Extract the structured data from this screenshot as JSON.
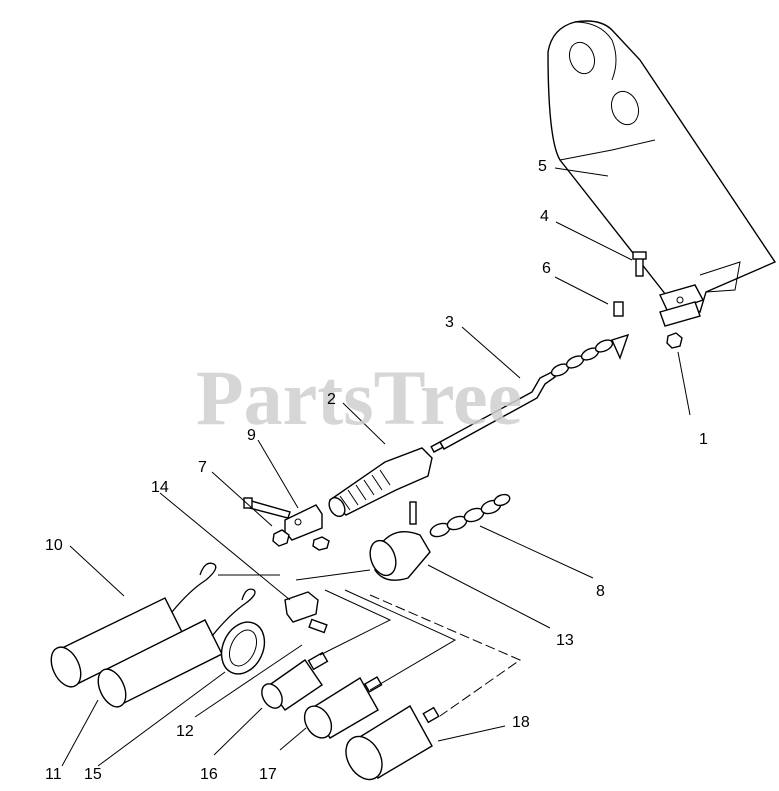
{
  "watermark": "PartsTree",
  "callouts": [
    {
      "id": "c1",
      "label": "1"
    },
    {
      "id": "c2",
      "label": "2"
    },
    {
      "id": "c3",
      "label": "3"
    },
    {
      "id": "c4",
      "label": "4"
    },
    {
      "id": "c5",
      "label": "5"
    },
    {
      "id": "c6",
      "label": "6"
    },
    {
      "id": "c7",
      "label": "7"
    },
    {
      "id": "c8",
      "label": "8"
    },
    {
      "id": "c9",
      "label": "9"
    },
    {
      "id": "c10",
      "label": "10"
    },
    {
      "id": "c11",
      "label": "11"
    },
    {
      "id": "c12",
      "label": "12"
    },
    {
      "id": "c13",
      "label": "13"
    },
    {
      "id": "c14",
      "label": "14"
    },
    {
      "id": "c15",
      "label": "15"
    },
    {
      "id": "c16",
      "label": "16"
    },
    {
      "id": "c17",
      "label": "17"
    },
    {
      "id": "c18",
      "label": "18"
    }
  ]
}
